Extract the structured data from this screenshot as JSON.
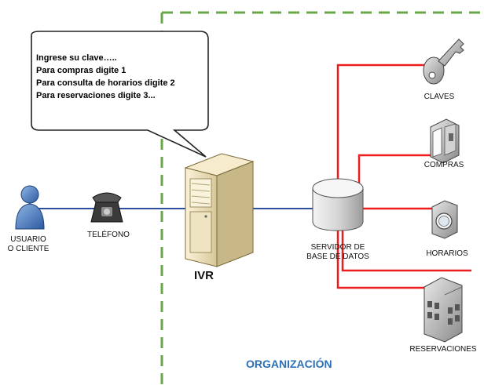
{
  "bubble": {
    "line1": "Ingrese su clave…..",
    "line2": "Para compras digite 1",
    "line3": "Para consulta de horarios digite 2",
    "line4": "Para reservaciones digite 3..."
  },
  "nodes": {
    "user_line1": "USUARIO",
    "user_line2": "O CLIENTE",
    "phone": "TELÉFONO",
    "ivr": "IVR",
    "db_line1": "SERVIDOR DE",
    "db_line2": "BASE DE DATOS",
    "claves": "CLAVES",
    "compras": "COMPRAS",
    "horarios": "HORARIOS",
    "reservaciones": "RESERVACIONES"
  },
  "organization_label": "ORGANIZACIÓN",
  "colors": {
    "boundary": "#6aa64a",
    "link_blue": "#2a4fa0",
    "link_red": "#ee1c1c",
    "org_text": "#2c6fb5"
  }
}
